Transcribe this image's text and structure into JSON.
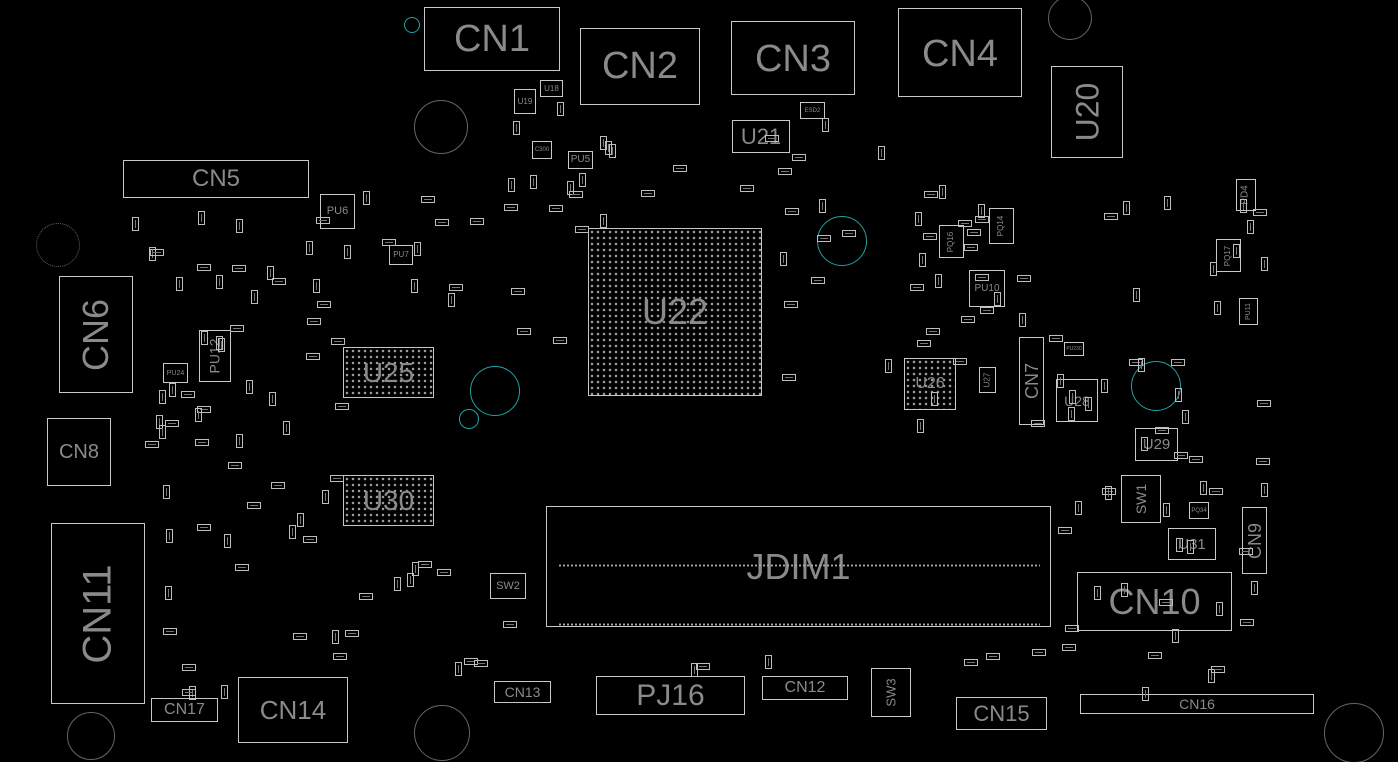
{
  "view": {
    "background_color": "#000000",
    "outline_color": "#c8c8c8",
    "label_color": "#8a8a8a",
    "via_color": "#1fa3a3"
  },
  "components": {
    "cn1": "CN1",
    "cn2": "CN2",
    "cn3": "CN3",
    "cn4": "CN4",
    "cn5": "CN5",
    "cn6": "CN6",
    "cn7": "CN7",
    "cn8": "CN8",
    "cn9": "CN9",
    "cn10": "CN10",
    "cn11": "CN11",
    "cn12": "CN12",
    "cn13": "CN13",
    "cn14": "CN14",
    "cn15": "CN15",
    "cn16": "CN16",
    "cn17": "CN17",
    "pj16": "PJ16",
    "jdim1": "JDIM1",
    "sw1": "SW1",
    "sw2": "SW2",
    "sw3": "SW3",
    "u18": "U18",
    "u19": "U19",
    "u20": "U20",
    "u21": "U21",
    "u22": "U22",
    "u25": "U25",
    "u26": "U26",
    "u27": "U27",
    "u28": "U28",
    "u29": "U29",
    "u30": "U30",
    "u31": "U31",
    "pu5": "PU5",
    "pu6": "PU6",
    "pu7": "PU7",
    "pu10": "PU10",
    "pu11": "PU11",
    "pu12": "PU12",
    "pu24": "PU24",
    "pd4": "PD4",
    "pq14": "PQ14",
    "pq16": "PQ16",
    "pq17": "PQ17",
    "pq34": "PQ34",
    "c300": "C300",
    "esd2": "ESD2",
    "pu230": "PU230"
  }
}
